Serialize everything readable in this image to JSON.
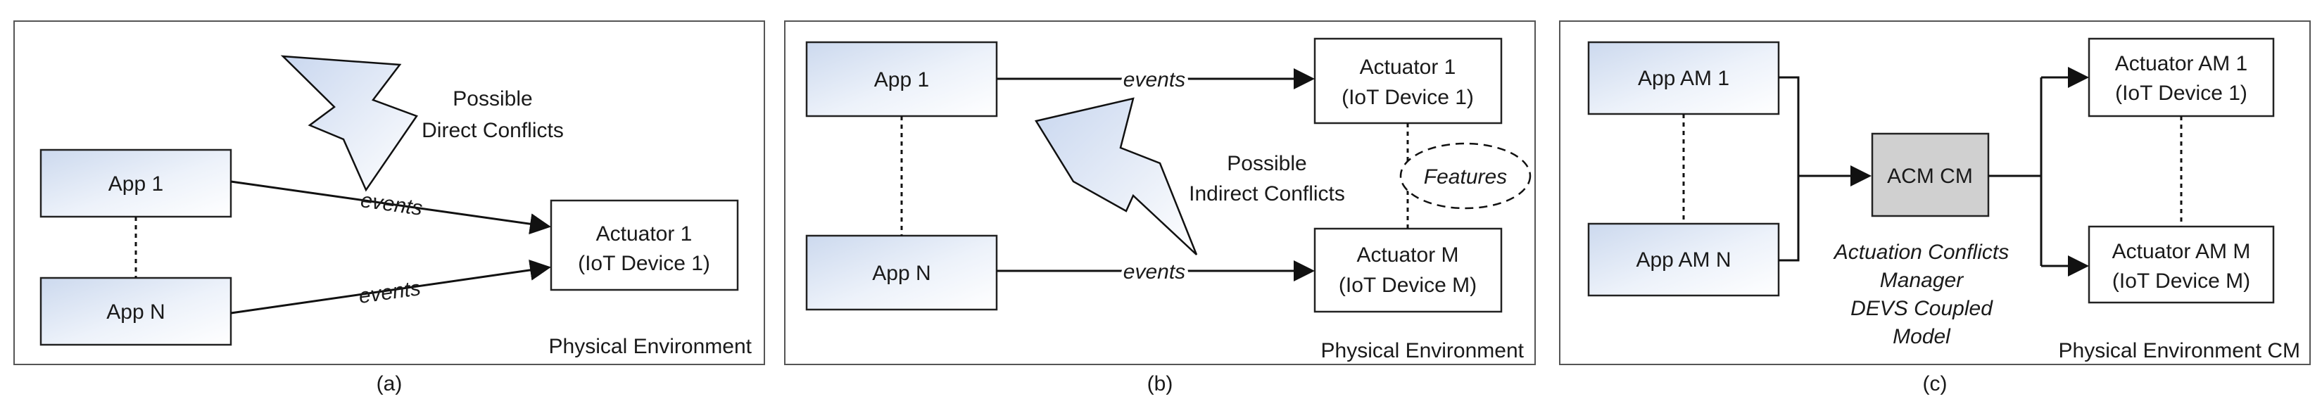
{
  "panel_a": {
    "caption": "(a)",
    "environment_label": "Physical Environment",
    "app_1": "App 1",
    "app_n": "App N",
    "actuator_line1": "Actuator 1",
    "actuator_line2": "(IoT Device 1)",
    "conflict_line1": "Possible",
    "conflict_line2": "Direct Conflicts",
    "event_label_1": "events",
    "event_label_2": "events"
  },
  "panel_b": {
    "caption": "(b)",
    "environment_label": "Physical Environment",
    "app_1": "App  1",
    "app_n": "App N",
    "actuator_1_line1": "Actuator 1",
    "actuator_1_line2": "(IoT Device 1)",
    "actuator_m_line1": "Actuator M",
    "actuator_m_line2": "(IoT Device M)",
    "features_label": "Features",
    "conflict_line1": "Possible",
    "conflict_line2": "Indirect  Conflicts",
    "event_label_1": "events",
    "event_label_2": "events"
  },
  "panel_c": {
    "caption": "(c)",
    "environment_label": "Physical Environment CM",
    "app_am_1": "App AM 1",
    "app_am_n": "App AM N",
    "acm_label": "ACM CM",
    "actuator_am_1_line1": "Actuator AM 1",
    "actuator_am_1_line2": "(IoT Device 1)",
    "actuator_am_m_line1": "Actuator AM M",
    "actuator_am_m_line2": "(IoT Device M)",
    "manager_line1": "Actuation Conflicts",
    "manager_line2": "Manager",
    "manager_line3": "DEVS Coupled",
    "manager_line4": "Model"
  }
}
